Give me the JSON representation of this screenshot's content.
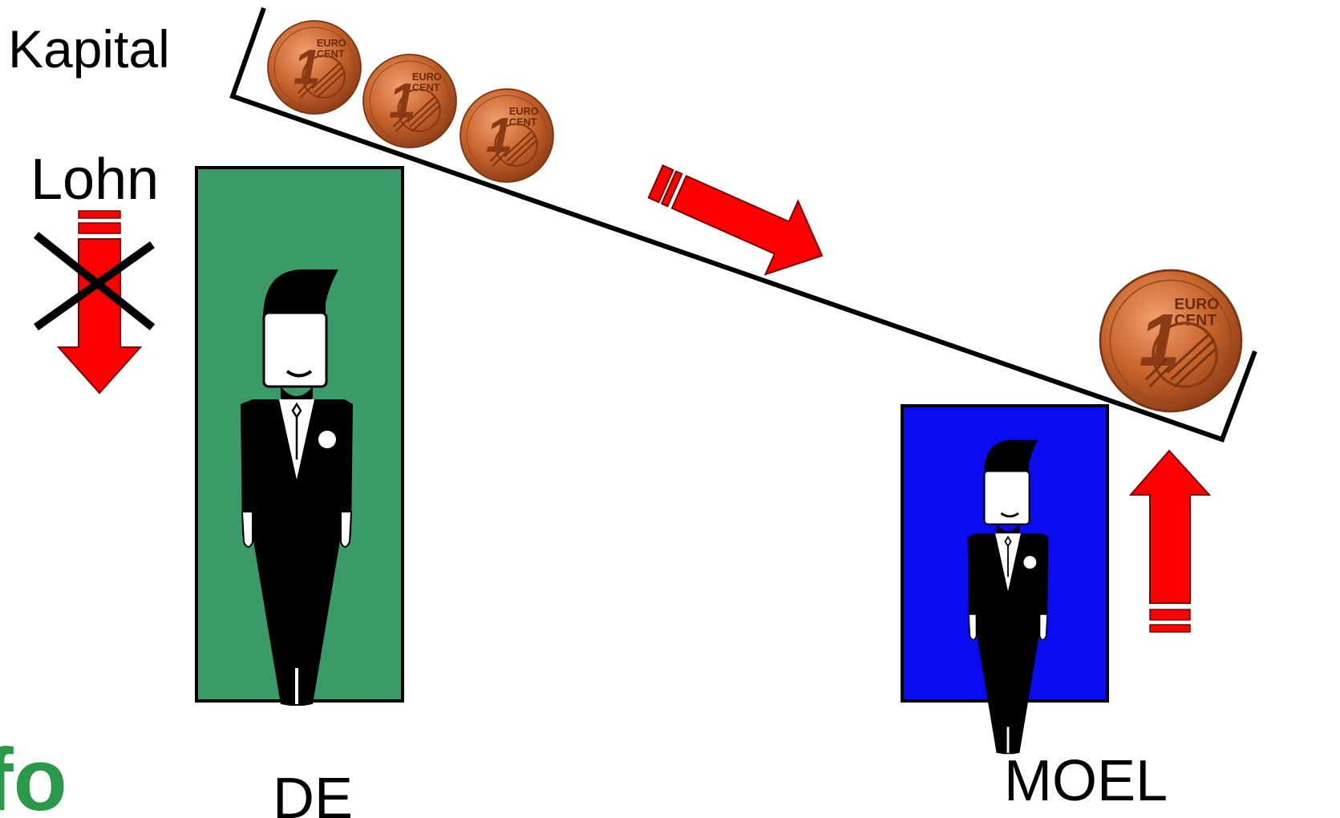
{
  "labels": {
    "kapital": "Kapital",
    "lohn": "Lohn",
    "de": "DE",
    "moel": "MOEL"
  },
  "coin": {
    "denomination": "1",
    "text_line1": "EURO",
    "text_line2": "CENT"
  },
  "logo": {
    "text": "fo"
  },
  "colors": {
    "de_panel": "#3a9a68",
    "moel_panel": "#0b0bf2",
    "arrow": "#ff0000",
    "coin": "#c8642c",
    "logo": "#2a9a4a"
  },
  "icons": [
    "person-icon",
    "coin-icon",
    "arrow-down-icon",
    "arrow-up-icon",
    "arrow-diagonal-icon",
    "cross-icon"
  ]
}
